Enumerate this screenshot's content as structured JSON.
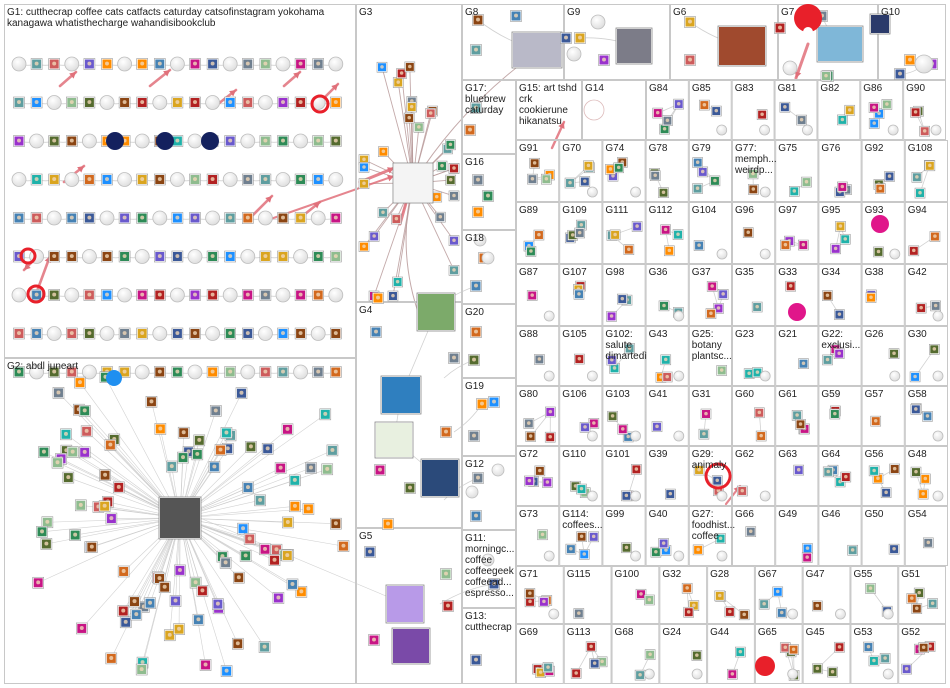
{
  "groups": [
    {
      "id": "G1",
      "label": "G1: cutthecrap coffee cats catfacts caturday catsofinstagram yokohama",
      "label2": "kanagawa whatisthecharge wahandisibookclub"
    },
    {
      "id": "G2",
      "label": "G2: abdl juneart"
    },
    {
      "id": "G3",
      "label": "G3"
    },
    {
      "id": "G4",
      "label": "G4"
    },
    {
      "id": "G5",
      "label": "G5"
    },
    {
      "id": "G6",
      "label": "G6"
    },
    {
      "id": "G7",
      "label": "G7"
    },
    {
      "id": "G8",
      "label": "G8"
    },
    {
      "id": "G9",
      "label": "G9"
    },
    {
      "id": "G10",
      "label": "G10"
    },
    {
      "id": "G11",
      "label": "G11:",
      "lines": [
        "morningc...",
        "coffee",
        "coffeegeek",
        "coffeead...",
        "espresso..."
      ]
    },
    {
      "id": "G12",
      "label": "G12"
    },
    {
      "id": "G13",
      "label": "G13:",
      "lines": [
        "cutthecrap"
      ]
    },
    {
      "id": "G14",
      "label": "G14"
    },
    {
      "id": "G15",
      "label": "G15: art tshd",
      "lines": [
        "crk",
        "cookierune",
        "hikanatsu"
      ]
    },
    {
      "id": "G16",
      "label": "G16"
    },
    {
      "id": "G17",
      "label": "G17:",
      "lines": [
        "bluebrew",
        "caturday"
      ]
    },
    {
      "id": "G18",
      "label": "G18"
    },
    {
      "id": "G19",
      "label": "G19"
    },
    {
      "id": "G20",
      "label": "G20"
    },
    {
      "id": "G21",
      "label": "G21"
    },
    {
      "id": "G22",
      "label": "G22:",
      "lines": [
        "exclusi..."
      ]
    },
    {
      "id": "G23",
      "label": "G23"
    },
    {
      "id": "G24",
      "label": "G24"
    },
    {
      "id": "G25",
      "label": "G25:",
      "lines": [
        "botany",
        "plantsc..."
      ]
    },
    {
      "id": "G26",
      "label": "G26"
    },
    {
      "id": "G27",
      "label": "G27:",
      "lines": [
        "foodhist...",
        "coffee"
      ]
    },
    {
      "id": "G28",
      "label": "G28"
    },
    {
      "id": "G29",
      "label": "G29:",
      "lines": [
        "animaly"
      ]
    },
    {
      "id": "G30",
      "label": "G30"
    },
    {
      "id": "G31",
      "label": "G31"
    },
    {
      "id": "G32",
      "label": "G32"
    },
    {
      "id": "G33",
      "label": "G33"
    },
    {
      "id": "G34",
      "label": "G34"
    },
    {
      "id": "G35",
      "label": "G35"
    },
    {
      "id": "G36",
      "label": "G36"
    },
    {
      "id": "G37",
      "label": "G37"
    },
    {
      "id": "G38",
      "label": "G38"
    },
    {
      "id": "G39",
      "label": "G39"
    },
    {
      "id": "G40",
      "label": "G40"
    },
    {
      "id": "G41",
      "label": "G41"
    },
    {
      "id": "G42",
      "label": "G42"
    },
    {
      "id": "G43",
      "label": "G43"
    },
    {
      "id": "G44",
      "label": "G44"
    },
    {
      "id": "G45",
      "label": "G45"
    },
    {
      "id": "G46",
      "label": "G46"
    },
    {
      "id": "G47",
      "label": "G47"
    },
    {
      "id": "G48",
      "label": "G48"
    },
    {
      "id": "G49",
      "label": "G49"
    },
    {
      "id": "G50",
      "label": "G50"
    },
    {
      "id": "G51",
      "label": "G51"
    },
    {
      "id": "G52",
      "label": "G52"
    },
    {
      "id": "G53",
      "label": "G53"
    },
    {
      "id": "G54",
      "label": "G54"
    },
    {
      "id": "G55",
      "label": "G55"
    },
    {
      "id": "G56",
      "label": "G56"
    },
    {
      "id": "G57",
      "label": "G57"
    },
    {
      "id": "G58",
      "label": "G58"
    },
    {
      "id": "G59",
      "label": "G59"
    },
    {
      "id": "G60",
      "label": "G60"
    },
    {
      "id": "G61",
      "label": "G61"
    },
    {
      "id": "G62",
      "label": "G62"
    },
    {
      "id": "G63",
      "label": "G63"
    },
    {
      "id": "G64",
      "label": "G64"
    },
    {
      "id": "G65",
      "label": "G65"
    },
    {
      "id": "G66",
      "label": "G66"
    },
    {
      "id": "G67",
      "label": "G67"
    },
    {
      "id": "G68",
      "label": "G68"
    },
    {
      "id": "G69",
      "label": "G69"
    },
    {
      "id": "G70",
      "label": "G70"
    },
    {
      "id": "G71",
      "label": "G71"
    },
    {
      "id": "G72",
      "label": "G72"
    },
    {
      "id": "G73",
      "label": "G73"
    },
    {
      "id": "G74",
      "label": "G74"
    },
    {
      "id": "G75",
      "label": "G75"
    },
    {
      "id": "G76",
      "label": "G76"
    },
    {
      "id": "G77",
      "label": "G77:",
      "lines": [
        "memph...",
        "weirdp..."
      ]
    },
    {
      "id": "G78",
      "label": "G78"
    },
    {
      "id": "G79",
      "label": "G79"
    },
    {
      "id": "G80",
      "label": "G80"
    },
    {
      "id": "G81",
      "label": "G81"
    },
    {
      "id": "G82",
      "label": "G82"
    },
    {
      "id": "G83",
      "label": "G83"
    },
    {
      "id": "G84",
      "label": "G84"
    },
    {
      "id": "G85",
      "label": "G85"
    },
    {
      "id": "G86",
      "label": "G86"
    },
    {
      "id": "G87",
      "label": "G87"
    },
    {
      "id": "G88",
      "label": "G88"
    },
    {
      "id": "G89",
      "label": "G89"
    },
    {
      "id": "G90",
      "label": "G90"
    },
    {
      "id": "G91",
      "label": "G91"
    },
    {
      "id": "G92",
      "label": "G92"
    },
    {
      "id": "G93",
      "label": "G93"
    },
    {
      "id": "G94",
      "label": "G94"
    },
    {
      "id": "G95",
      "label": "G95"
    },
    {
      "id": "G96",
      "label": "G96"
    },
    {
      "id": "G97",
      "label": "G97"
    },
    {
      "id": "G98",
      "label": "G98"
    },
    {
      "id": "G99",
      "label": "G99"
    },
    {
      "id": "G100",
      "label": "G100"
    },
    {
      "id": "G101",
      "label": "G101"
    },
    {
      "id": "G102",
      "label": "G102:",
      "lines": [
        "salute",
        "dimartedì"
      ]
    },
    {
      "id": "G103",
      "label": "G103"
    },
    {
      "id": "G104",
      "label": "G104"
    },
    {
      "id": "G105",
      "label": "G105"
    },
    {
      "id": "G106",
      "label": "G106"
    },
    {
      "id": "G107",
      "label": "G107"
    },
    {
      "id": "G108",
      "label": "G108"
    },
    {
      "id": "G109",
      "label": "G109"
    },
    {
      "id": "G110",
      "label": "G110"
    },
    {
      "id": "G111",
      "label": "G111"
    },
    {
      "id": "G112",
      "label": "G112"
    },
    {
      "id": "G113",
      "label": "G113"
    },
    {
      "id": "G114",
      "label": "G114:",
      "lines": [
        "coffees..."
      ]
    },
    {
      "id": "G115",
      "label": "G115"
    }
  ],
  "colors": {
    "edge": "#c9c9c9",
    "edge_strong": "#b89a9a",
    "highlight_edge": "#e0707a",
    "marker_red": "#e8202a",
    "marker_navy": "#14215e",
    "marker_magenta": "#e0168a",
    "marker_blue": "#1f8ff0",
    "group_border": "#c8c8c8"
  }
}
